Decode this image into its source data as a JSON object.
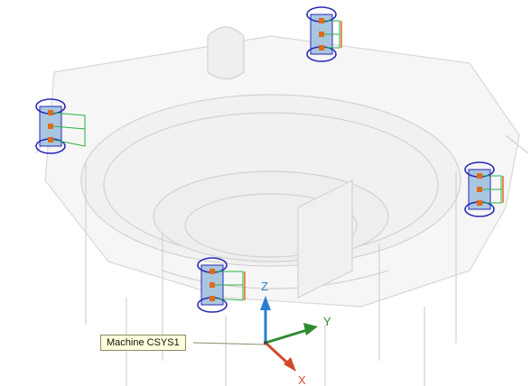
{
  "viewport": {
    "coordinate_system_label": "Machine CSYS1",
    "axes": {
      "z": "Z",
      "y": "Y",
      "x": "X"
    },
    "colors": {
      "part_edge": "#cfcfcf",
      "part_fill": "#f3f3f3",
      "fixture_ellipse": "#2a2ab8",
      "fixture_body": "#8fb6d8",
      "fixture_marker": "#e06a1a",
      "link_green": "#2bb34a",
      "link_orange": "#e86a1a",
      "axis_z": "#2a7fd0",
      "axis_y": "#2e8b2e",
      "axis_x": "#d04a2a",
      "label_bg": "#ffffdc"
    },
    "icons": [
      "fixture-clamp-icon",
      "csys-triad-icon"
    ]
  }
}
